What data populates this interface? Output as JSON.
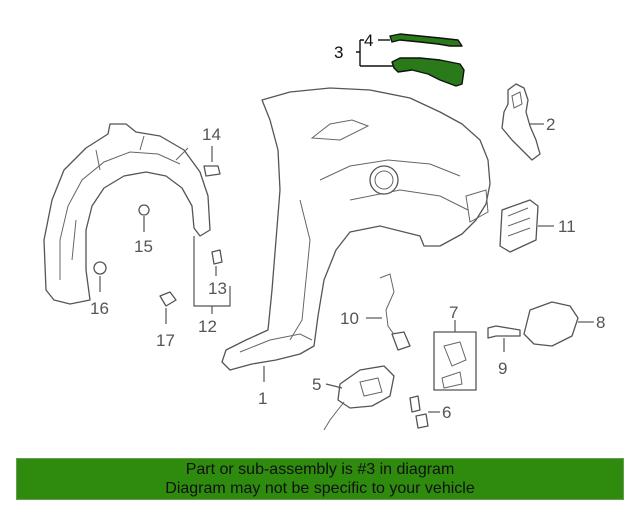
{
  "colors": {
    "banner_background": "#2e8b0e",
    "highlight_part": "#2a7a1a",
    "line_art": "#555555"
  },
  "callouts": {
    "c1": "1",
    "c2": "2",
    "c3": "3",
    "c4": "4",
    "c5": "5",
    "c6": "6",
    "c7": "7",
    "c8": "8",
    "c9": "9",
    "c10": "10",
    "c11": "11",
    "c12": "12",
    "c13": "13",
    "c14": "14",
    "c15": "15",
    "c16": "16",
    "c17": "17"
  },
  "banner": {
    "line1": "Part or sub-assembly is #3 in diagram",
    "line2": "Diagram may not be specific to your vehicle"
  }
}
